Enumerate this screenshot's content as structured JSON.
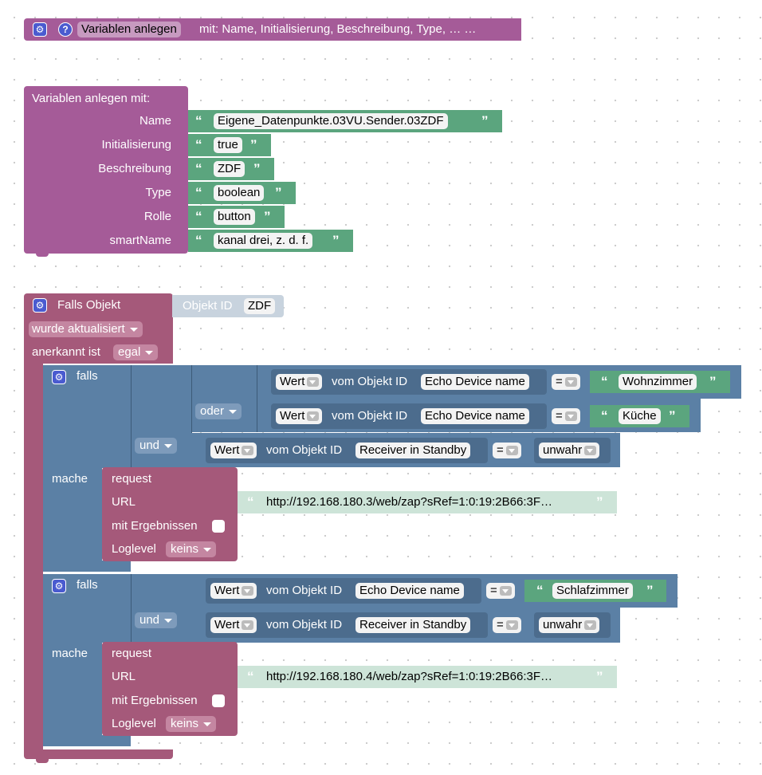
{
  "collapsed": {
    "label": "Variablen anlegen",
    "summary": "mit: Name, Initialisierung, Beschreibung, Type, … …"
  },
  "create_block": {
    "header": "Variablen anlegen  mit:",
    "rows": [
      {
        "label": "Name",
        "value": "Eigene_Datenpunkte.03VU.Sender.03ZDF"
      },
      {
        "label": "Initialisierung",
        "value": "true"
      },
      {
        "label": "Beschreibung",
        "value": "ZDF"
      },
      {
        "label": "Type",
        "value": "boolean"
      },
      {
        "label": "Rolle",
        "value": "button"
      },
      {
        "label": "smartName",
        "value": "kanal drei, z. d. f."
      }
    ]
  },
  "quotes": {
    "open": "“",
    "close": "”"
  },
  "trigger": {
    "title": "Falls Objekt",
    "objekt_id_label": "Objekt ID",
    "objekt_id_value": "ZDF",
    "event": "wurde aktualisiert",
    "ack_label": "anerkannt ist",
    "ack_value": "egal"
  },
  "if1": {
    "falls": "falls",
    "cond1": {
      "prop": "Wert",
      "vom": "vom Objekt ID",
      "id": "Echo Device name",
      "op": "=",
      "value": "Wohnzimmer"
    },
    "oder": "oder",
    "cond2": {
      "prop": "Wert",
      "vom": "vom Objekt ID",
      "id": "Echo Device name",
      "op": "=",
      "value": "Küche"
    },
    "und": "und",
    "cond3": {
      "prop": "Wert",
      "vom": "vom Objekt ID",
      "id": "Receiver in Standby",
      "op": "=",
      "value": "unwahr"
    },
    "mache": "mache",
    "request": "request",
    "url_label": "URL",
    "url": "http://192.168.180.3/web/zap?sRef=1:0:19:2B66:3F…",
    "mit_ergebnissen": "mit Ergebnissen",
    "loglevel_label": "Loglevel",
    "loglevel_value": "keins"
  },
  "if2": {
    "falls": "falls",
    "cond1": {
      "prop": "Wert",
      "vom": "vom Objekt ID",
      "id": "Echo Device name",
      "op": "=",
      "value": "Schlafzimmer"
    },
    "und": "und",
    "cond2": {
      "prop": "Wert",
      "vom": "vom Objekt ID",
      "id": "Receiver in Standby",
      "op": "=",
      "value": "unwahr"
    },
    "mache": "mache",
    "request": "request",
    "url_label": "URL",
    "url": "http://192.168.180.4/web/zap?sRef=1:0:19:2B66:3F…",
    "mit_ergebnissen": "mit Ergebnissen",
    "loglevel_label": "Loglevel",
    "loglevel_value": "keins"
  },
  "colors": {
    "variables": "#a55b98",
    "text_green": "#5ba57e",
    "logic_blue": "#5b80a5",
    "trigger_pink": "#a5597a",
    "gear_blue": "#4a5bd0"
  },
  "icons": [
    "gear-icon",
    "help-icon",
    "dropdown-arrow-icon",
    "checkbox-icon"
  ]
}
